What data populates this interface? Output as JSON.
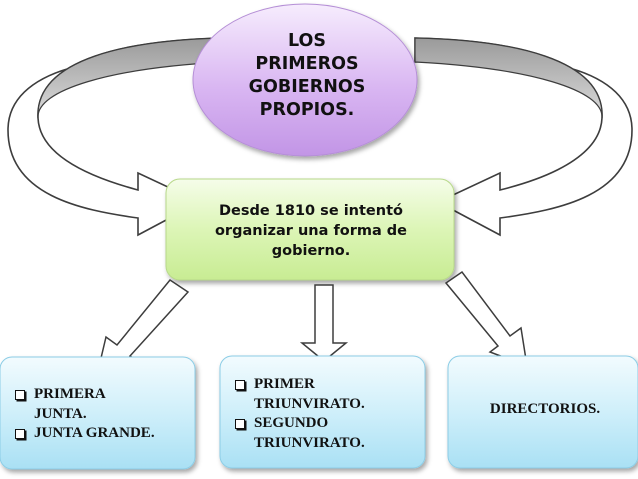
{
  "title": [
    "LOS",
    "PRIMEROS",
    "GOBIERNOS",
    "PROPIOS."
  ],
  "center": [
    "Desde 1810 se intentó",
    "organizar una forma de",
    "gobierno."
  ],
  "boxes": [
    {
      "items": [
        [
          "PRIMERA",
          "JUNTA."
        ],
        [
          "JUNTA GRANDE."
        ]
      ]
    },
    {
      "items": [
        [
          "PRIMER",
          "TRIUNVIRATO."
        ],
        [
          "SEGUNDO",
          "TRIUNVIRATO."
        ]
      ]
    },
    {
      "text": "DIRECTORIOS."
    }
  ],
  "colors": {
    "ellipse": "#d3aef0",
    "center_box": "#d7f2ab",
    "bottom_boxes": "#c5ecf8",
    "arrow_fill": "#ffffff",
    "arrow_outline": "#3d3d3d"
  }
}
